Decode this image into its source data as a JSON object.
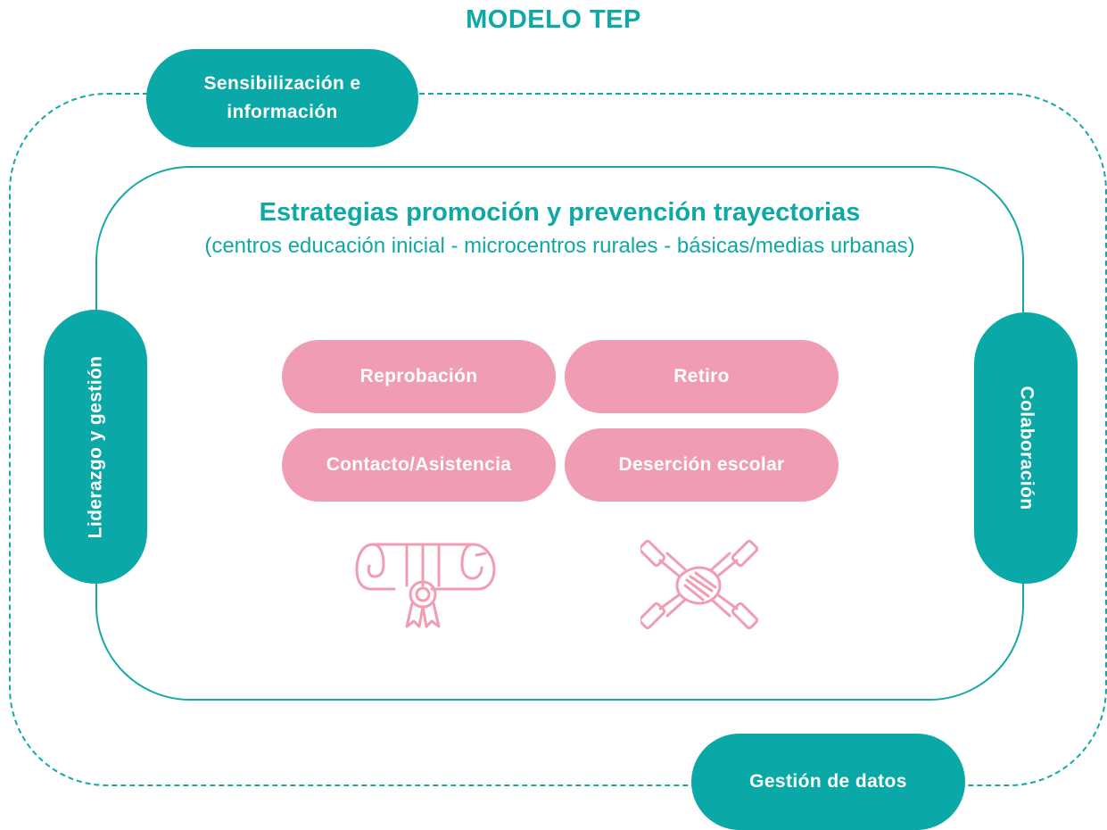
{
  "title": "MODELO TEP",
  "outer_pills": {
    "top": "Sensibilización e información",
    "left": "Liderazgo y gestión",
    "right": "Colaboración",
    "bottom": "Gestión de datos"
  },
  "center": {
    "heading": "Estrategias promoción y prevención trayectorias",
    "subheading": "(centros educación inicial - microcentros rurales - básicas/medias urbanas)"
  },
  "indicators": [
    "Reprobación",
    "Retiro",
    "Contacto/Asistencia",
    "Deserción escolar"
  ],
  "colors": {
    "teal": "#0aa8a6",
    "pink": "#f09cb3",
    "white": "#ffffff"
  },
  "icons": [
    "diploma-icon",
    "teamwork-hands-icon"
  ]
}
